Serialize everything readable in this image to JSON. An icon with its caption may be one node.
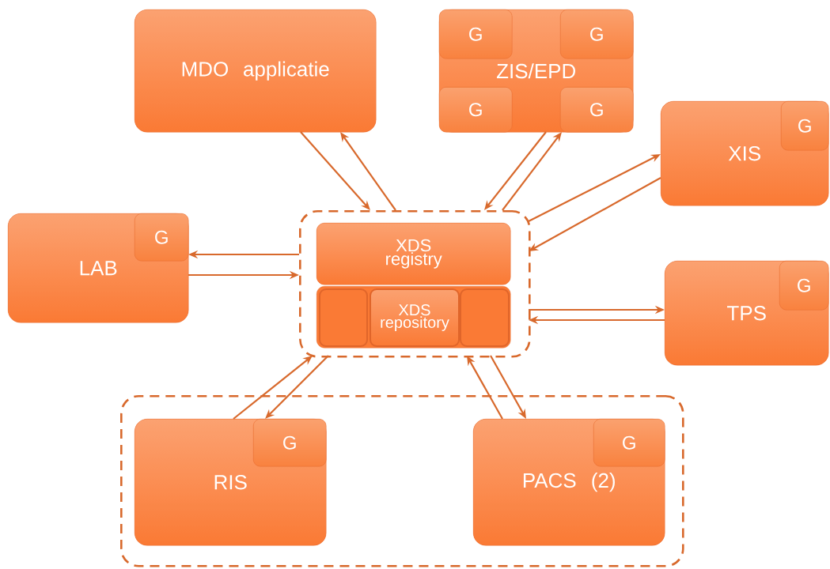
{
  "diagram": {
    "nodes": [
      {
        "text": [
          "MDO applicatie"
        ]
      },
      {
        "text": [
          "ZIS/EPD"
        ]
      },
      {
        "text": [
          "G"
        ],
        "in": 1
      },
      {
        "text": [
          "G"
        ],
        "in": 1
      },
      {
        "text": [
          "G"
        ],
        "in": 1
      },
      {
        "text": [
          "G"
        ],
        "in": 1
      },
      {
        "text": [
          "XIS"
        ]
      },
      {
        "text": [
          "G"
        ],
        "in": 6
      },
      {
        "text": [
          "LAB"
        ]
      },
      {
        "text": [
          "G"
        ],
        "in": 8
      },
      {
        "text": [],
        "shape": "box"
      },
      {
        "text": [
          "XDS registry"
        ],
        "in": 10
      },
      {
        "text": [],
        "shape": "box",
        "in": 10
      },
      {
        "text": [],
        "shape": "box",
        "in": 12
      },
      {
        "text": [
          "XDS repository"
        ],
        "in": 12
      },
      {
        "text": [],
        "shape": "box",
        "in": 12
      },
      {
        "text": [
          "TPS"
        ]
      },
      {
        "text": [
          "G"
        ],
        "in": 16
      },
      {
        "text": [],
        "shape": "box"
      },
      {
        "text": [
          "RIS"
        ],
        "in": 18
      },
      {
        "text": [
          "G"
        ],
        "in": 19
      },
      {
        "text": [
          "PACS (2)"
        ],
        "in": 18
      },
      {
        "text": [
          "G"
        ],
        "in": 21
      }
    ],
    "edges": [
      {
        "from": 0,
        "to": 10,
        "arrow": "to"
      },
      {
        "from": 10,
        "to": 0,
        "arrow": "to"
      },
      {
        "from": 1,
        "to": 10,
        "arrow": "to"
      },
      {
        "from": 10,
        "to": 1,
        "arrow": "to"
      },
      {
        "from": 10,
        "to": 6,
        "arrow": "to"
      },
      {
        "from": 6,
        "to": 10,
        "arrow": "to"
      },
      {
        "from": 10,
        "to": 8,
        "arrow": "to"
      },
      {
        "from": 8,
        "to": 10,
        "arrow": "to"
      },
      {
        "from": 10,
        "to": 16,
        "arrow": "to"
      },
      {
        "from": 16,
        "to": 10,
        "arrow": "to"
      },
      {
        "from": 19,
        "to": 10,
        "arrow": "to"
      },
      {
        "from": 10,
        "to": 19,
        "arrow": "to"
      },
      {
        "from": 21,
        "to": 10,
        "arrow": "to"
      },
      {
        "from": 10,
        "to": 21,
        "arrow": "to"
      }
    ]
  }
}
